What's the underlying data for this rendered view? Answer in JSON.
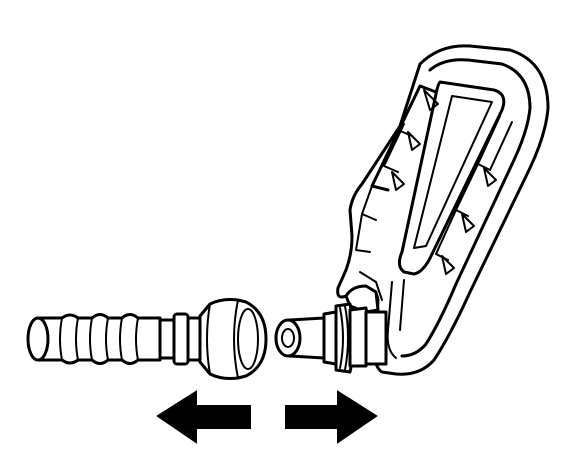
{
  "diagram": {
    "background": "#ffffff",
    "ink_color": "#000000",
    "parts": [
      {
        "name": "line-tube"
      },
      {
        "name": "quick-connect-female-fitting"
      },
      {
        "name": "male-fitting"
      },
      {
        "name": "release-handle-tool"
      },
      {
        "name": "arrow-left"
      },
      {
        "name": "arrow-right"
      }
    ]
  }
}
